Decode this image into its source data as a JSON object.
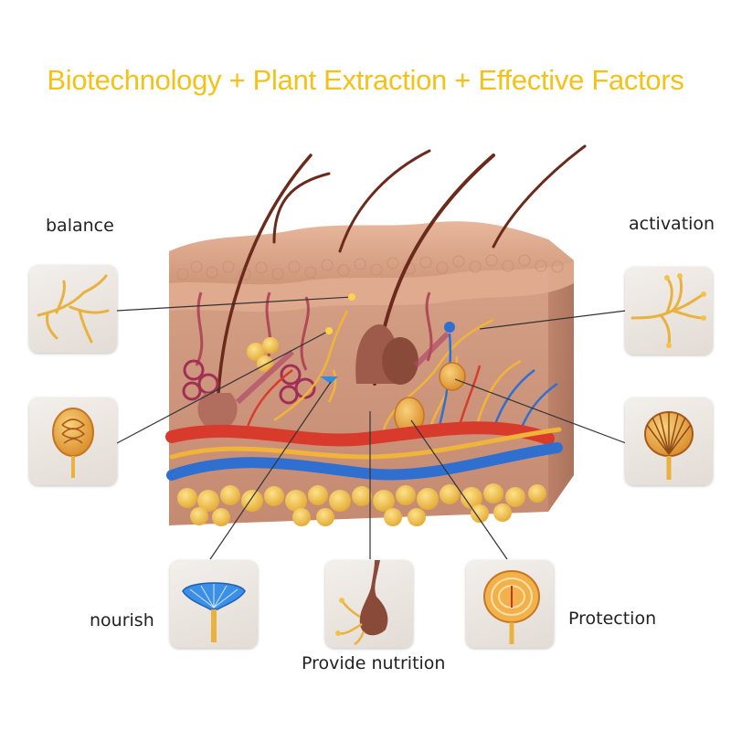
{
  "title": "Biotechnology + Plant Extraction + Effective Factors",
  "labels": {
    "balance": "balance",
    "activation": "activation",
    "nourish": "nourish",
    "provide_nutrition": "Provide nutrition",
    "protection": "Protection"
  },
  "colors": {
    "title": "#f2c21b",
    "skin_top": "#d9a48a",
    "skin_mid": "#c98e74",
    "artery": "#d83a2c",
    "vein": "#2f6fd0",
    "nerve": "#f0b43a",
    "fat": "#f2c24a"
  }
}
